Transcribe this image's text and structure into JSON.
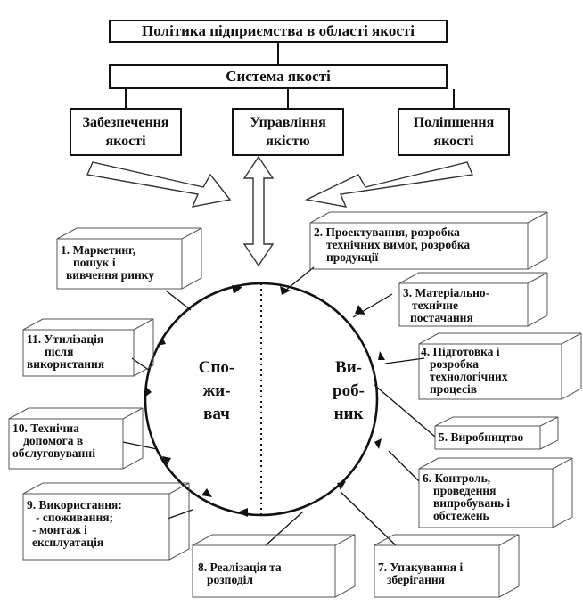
{
  "header": {
    "policy": "Політика підприємства в області якості",
    "system": "Система якості"
  },
  "subsystems": [
    {
      "line1": "Забезпечення",
      "line2": "якості"
    },
    {
      "line1": "Управління",
      "line2": "якістю"
    },
    {
      "line1": "Поліпшення",
      "line2": "якості"
    }
  ],
  "center": {
    "left": [
      "Спо-",
      "жи-",
      "вач"
    ],
    "right": [
      "Ви-",
      "роб-",
      "ник"
    ]
  },
  "stages": {
    "s1": [
      "1. Маркетинг,",
      "пошук і",
      "вивчення ринку"
    ],
    "s2": [
      "2. Проектування, розробка",
      "технічних вимог, розробка",
      "продукції"
    ],
    "s3": [
      "3. Матеріально-",
      "технічне",
      "постачання"
    ],
    "s4": [
      "4. Підготовка і",
      "розробка",
      "технологічних",
      "процесів"
    ],
    "s5": [
      "5. Виробництво"
    ],
    "s6": [
      "6. Контроль,",
      "проведення",
      "випробувань і",
      "обстежень"
    ],
    "s7": [
      "7. Упакування і",
      "зберігання"
    ],
    "s8": [
      "8. Реалізація та",
      "розподіл"
    ],
    "s9": [
      "9. Використання:",
      "- споживання;",
      "- монтаж і",
      "експлуатація"
    ],
    "s10": [
      "10. Технічна",
      "допомога в",
      "обслуговуванні"
    ],
    "s11": [
      "11. Утилізація",
      "після",
      "використання"
    ]
  }
}
